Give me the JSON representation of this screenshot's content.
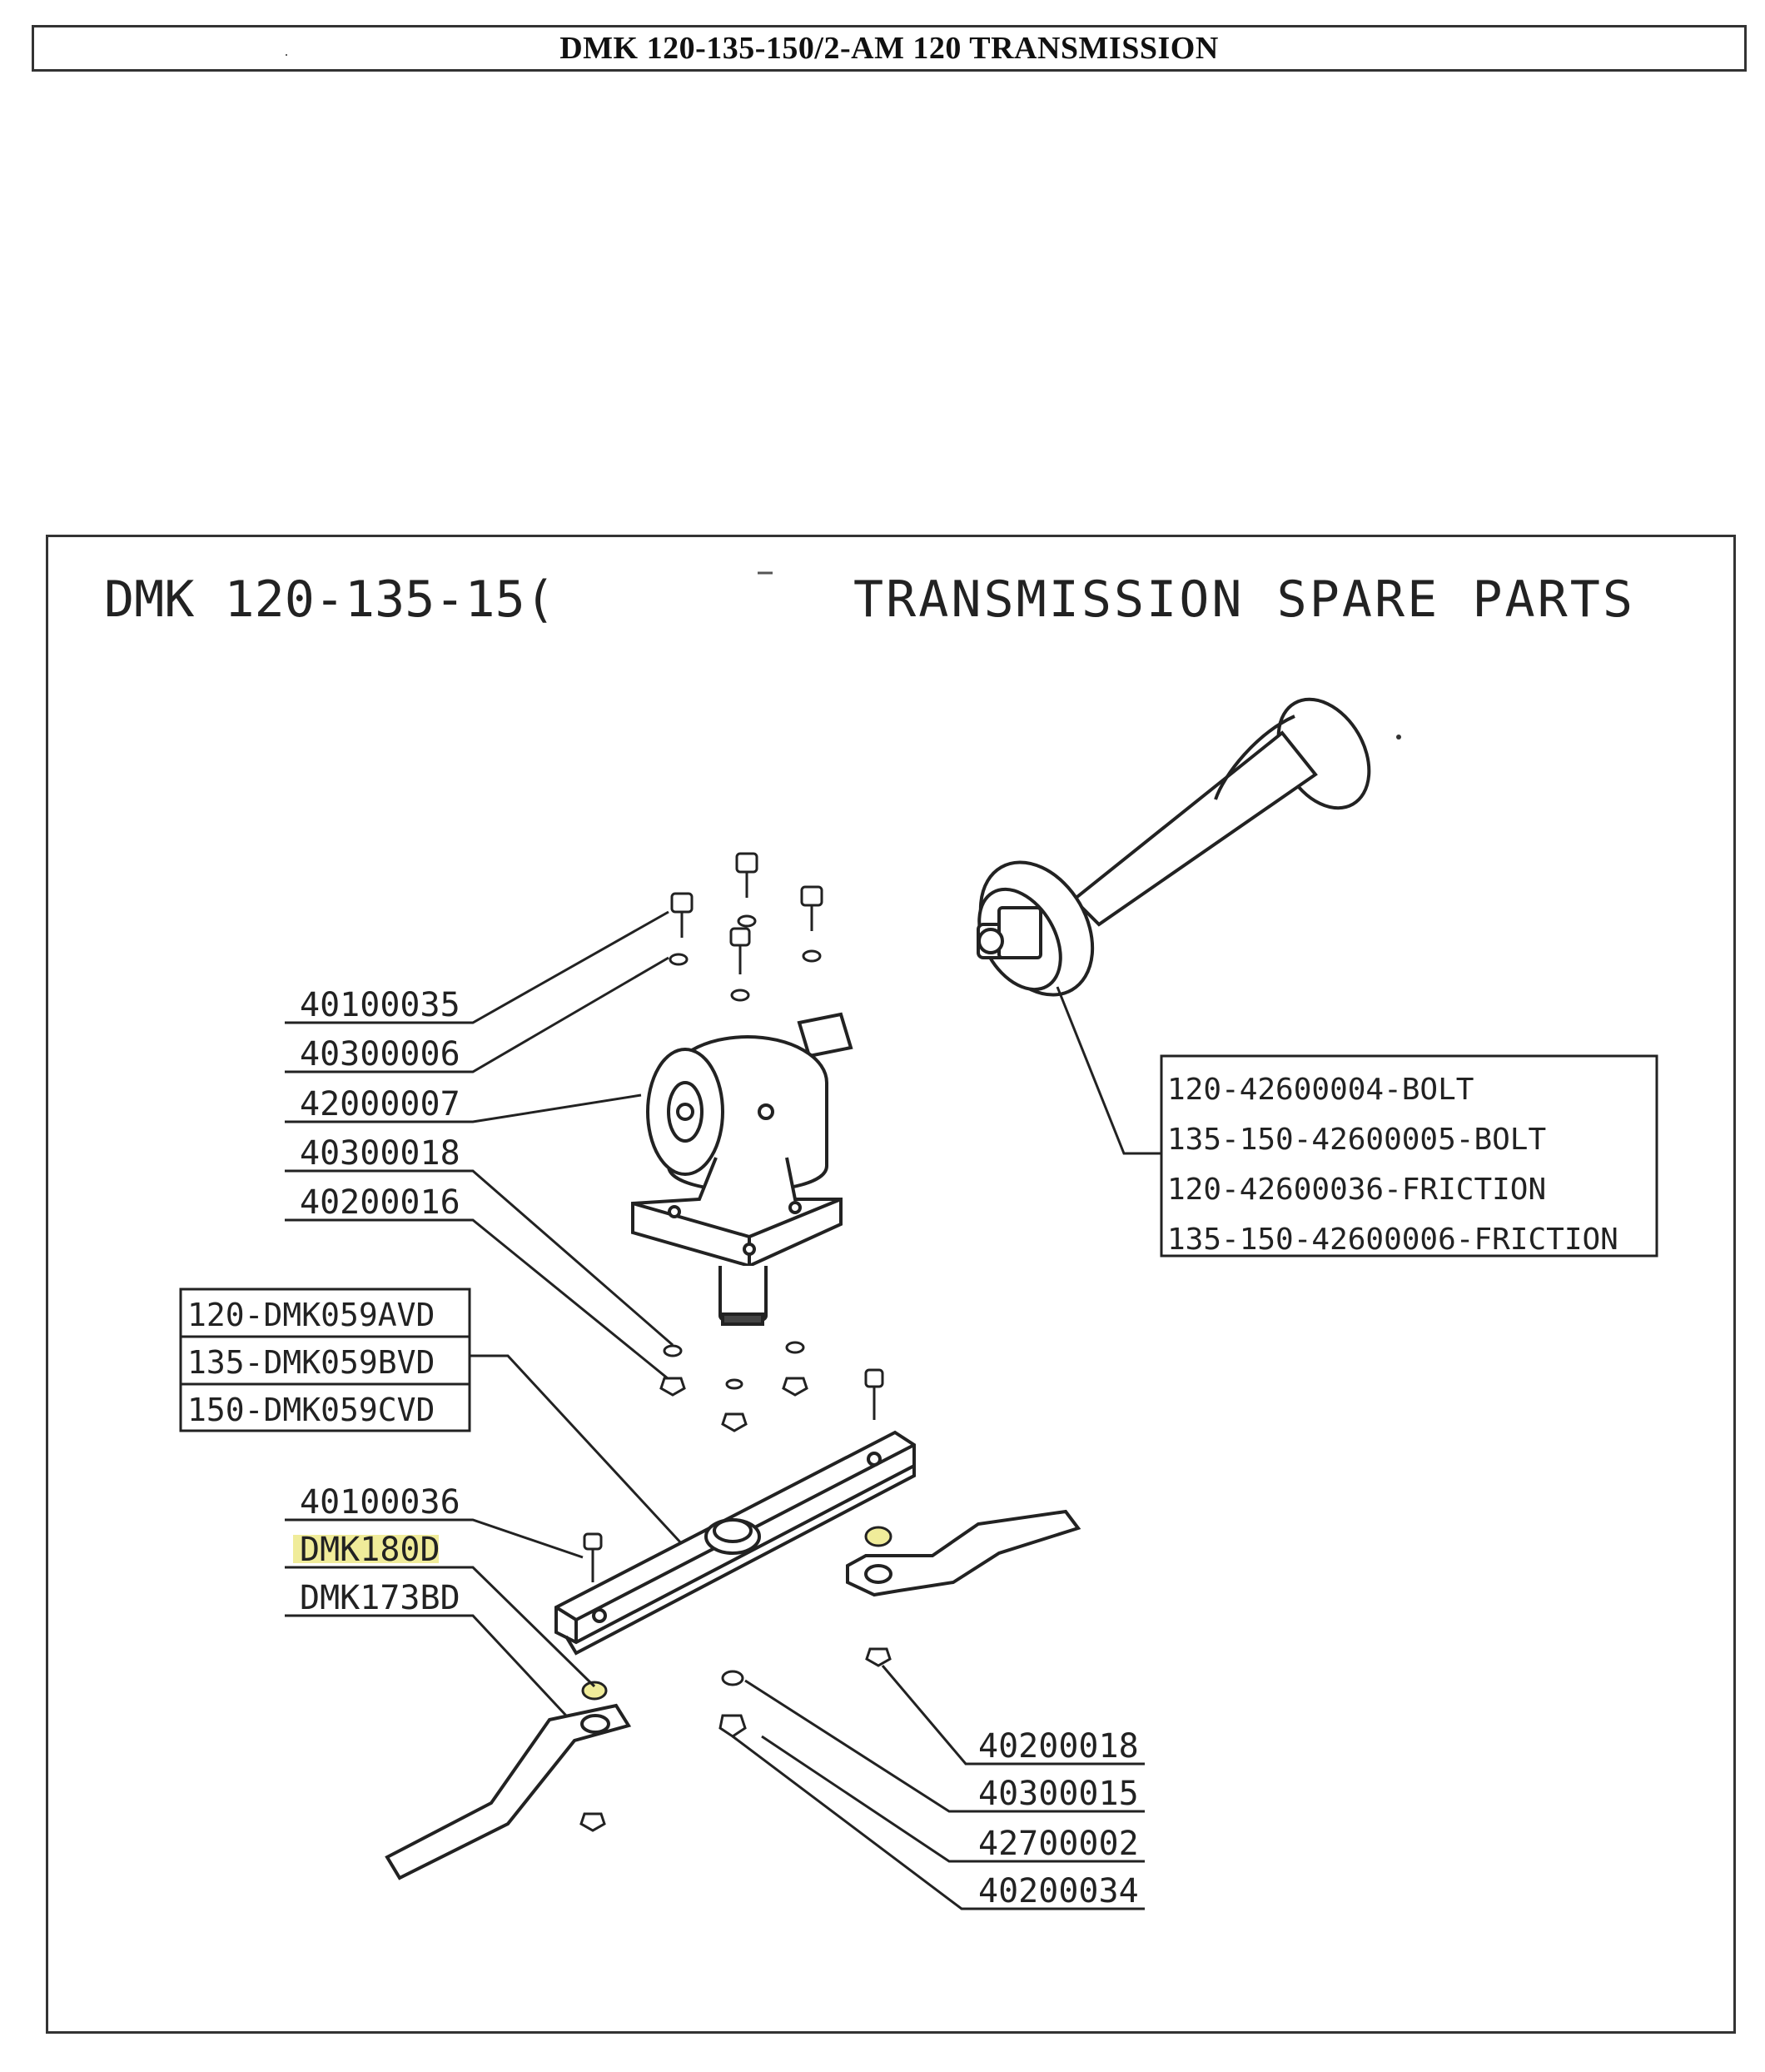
{
  "header": {
    "title": "DMK 120-135-150/2-AM 120 TRANSMISSION"
  },
  "drawing": {
    "title_left": "DMK 120-135-15(",
    "title_right": "TRANSMISSION SPARE PARTS",
    "labels_left": [
      "40100035",
      "40300006",
      "42000007",
      "40300018",
      "40200016"
    ],
    "pto_parts": [
      "120-42600004-BOLT",
      "135-150-42600005-BOLT",
      "120-42600036-FRICTION",
      "135-150-42600006-FRICTION"
    ],
    "blade_holder_parts": [
      "120-DMK059AVD",
      "135-DMK059BVD",
      "150-DMK059CVD"
    ],
    "labels_lower_left": [
      "40100036",
      "DMK180D",
      "DMK173BD"
    ],
    "labels_lower_right": [
      "40200018",
      "40300015",
      "42700002",
      "40200034"
    ]
  },
  "colors": {
    "highlight": "#f0ec9a",
    "line": "#222222"
  }
}
